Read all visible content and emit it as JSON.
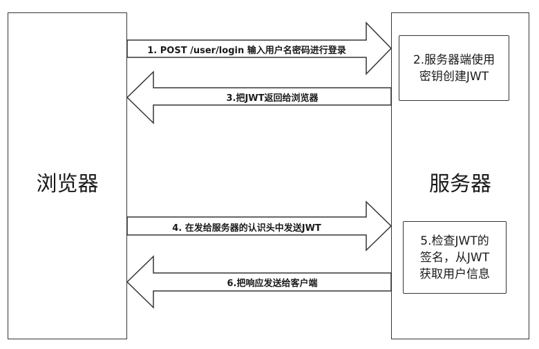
{
  "browser": {
    "label": "浏览器"
  },
  "server": {
    "label": "服务器"
  },
  "notes": [
    "2.服务器端使用\n密钥创建JWT",
    "5.检查JWT的\n签名，从JWT\n获取用户信息"
  ],
  "messages": [
    {
      "label": "1. POST /user/login 输入用户名密码进行登录",
      "direction": "right"
    },
    {
      "label": "3.把JWT返回给浏览器",
      "direction": "left"
    },
    {
      "label": "4. 在发给服务器的认识头中发送JWT",
      "direction": "right"
    },
    {
      "label": "6.把响应发送给客户端",
      "direction": "left"
    }
  ],
  "colors": {
    "stroke": "#333333",
    "fill": "#ffffff",
    "text": "#1a1a1a"
  }
}
